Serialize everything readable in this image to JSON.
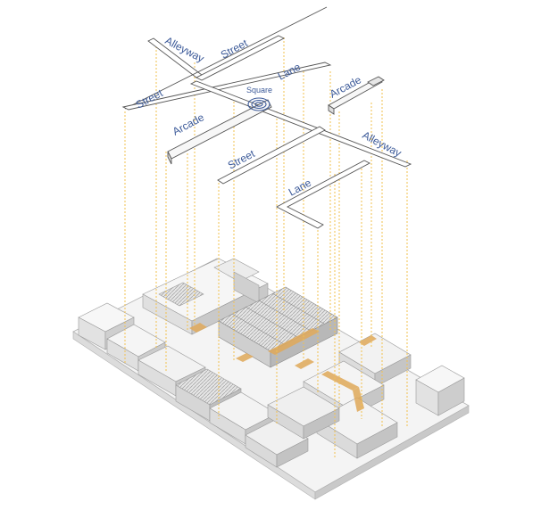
{
  "labels": {
    "alleyway_top": "Alleyway",
    "street_top": "Street",
    "lane_top": "Lane",
    "street_left": "Street",
    "square": "Square",
    "arcade_right": "Arcade",
    "arcade_left": "Arcade",
    "alleyway_right": "Alleyway",
    "street_mid": "Street",
    "lane_mid": "Lane"
  },
  "colors": {
    "path_label": "#3c5a99",
    "projection_line": "#f2c14e",
    "highlight_path": "#e0a95a",
    "block_light": "#f0f0f0",
    "block_mid": "#dcdcdc",
    "block_dark": "#bdbdbd",
    "outline": "#8a8a8a"
  }
}
